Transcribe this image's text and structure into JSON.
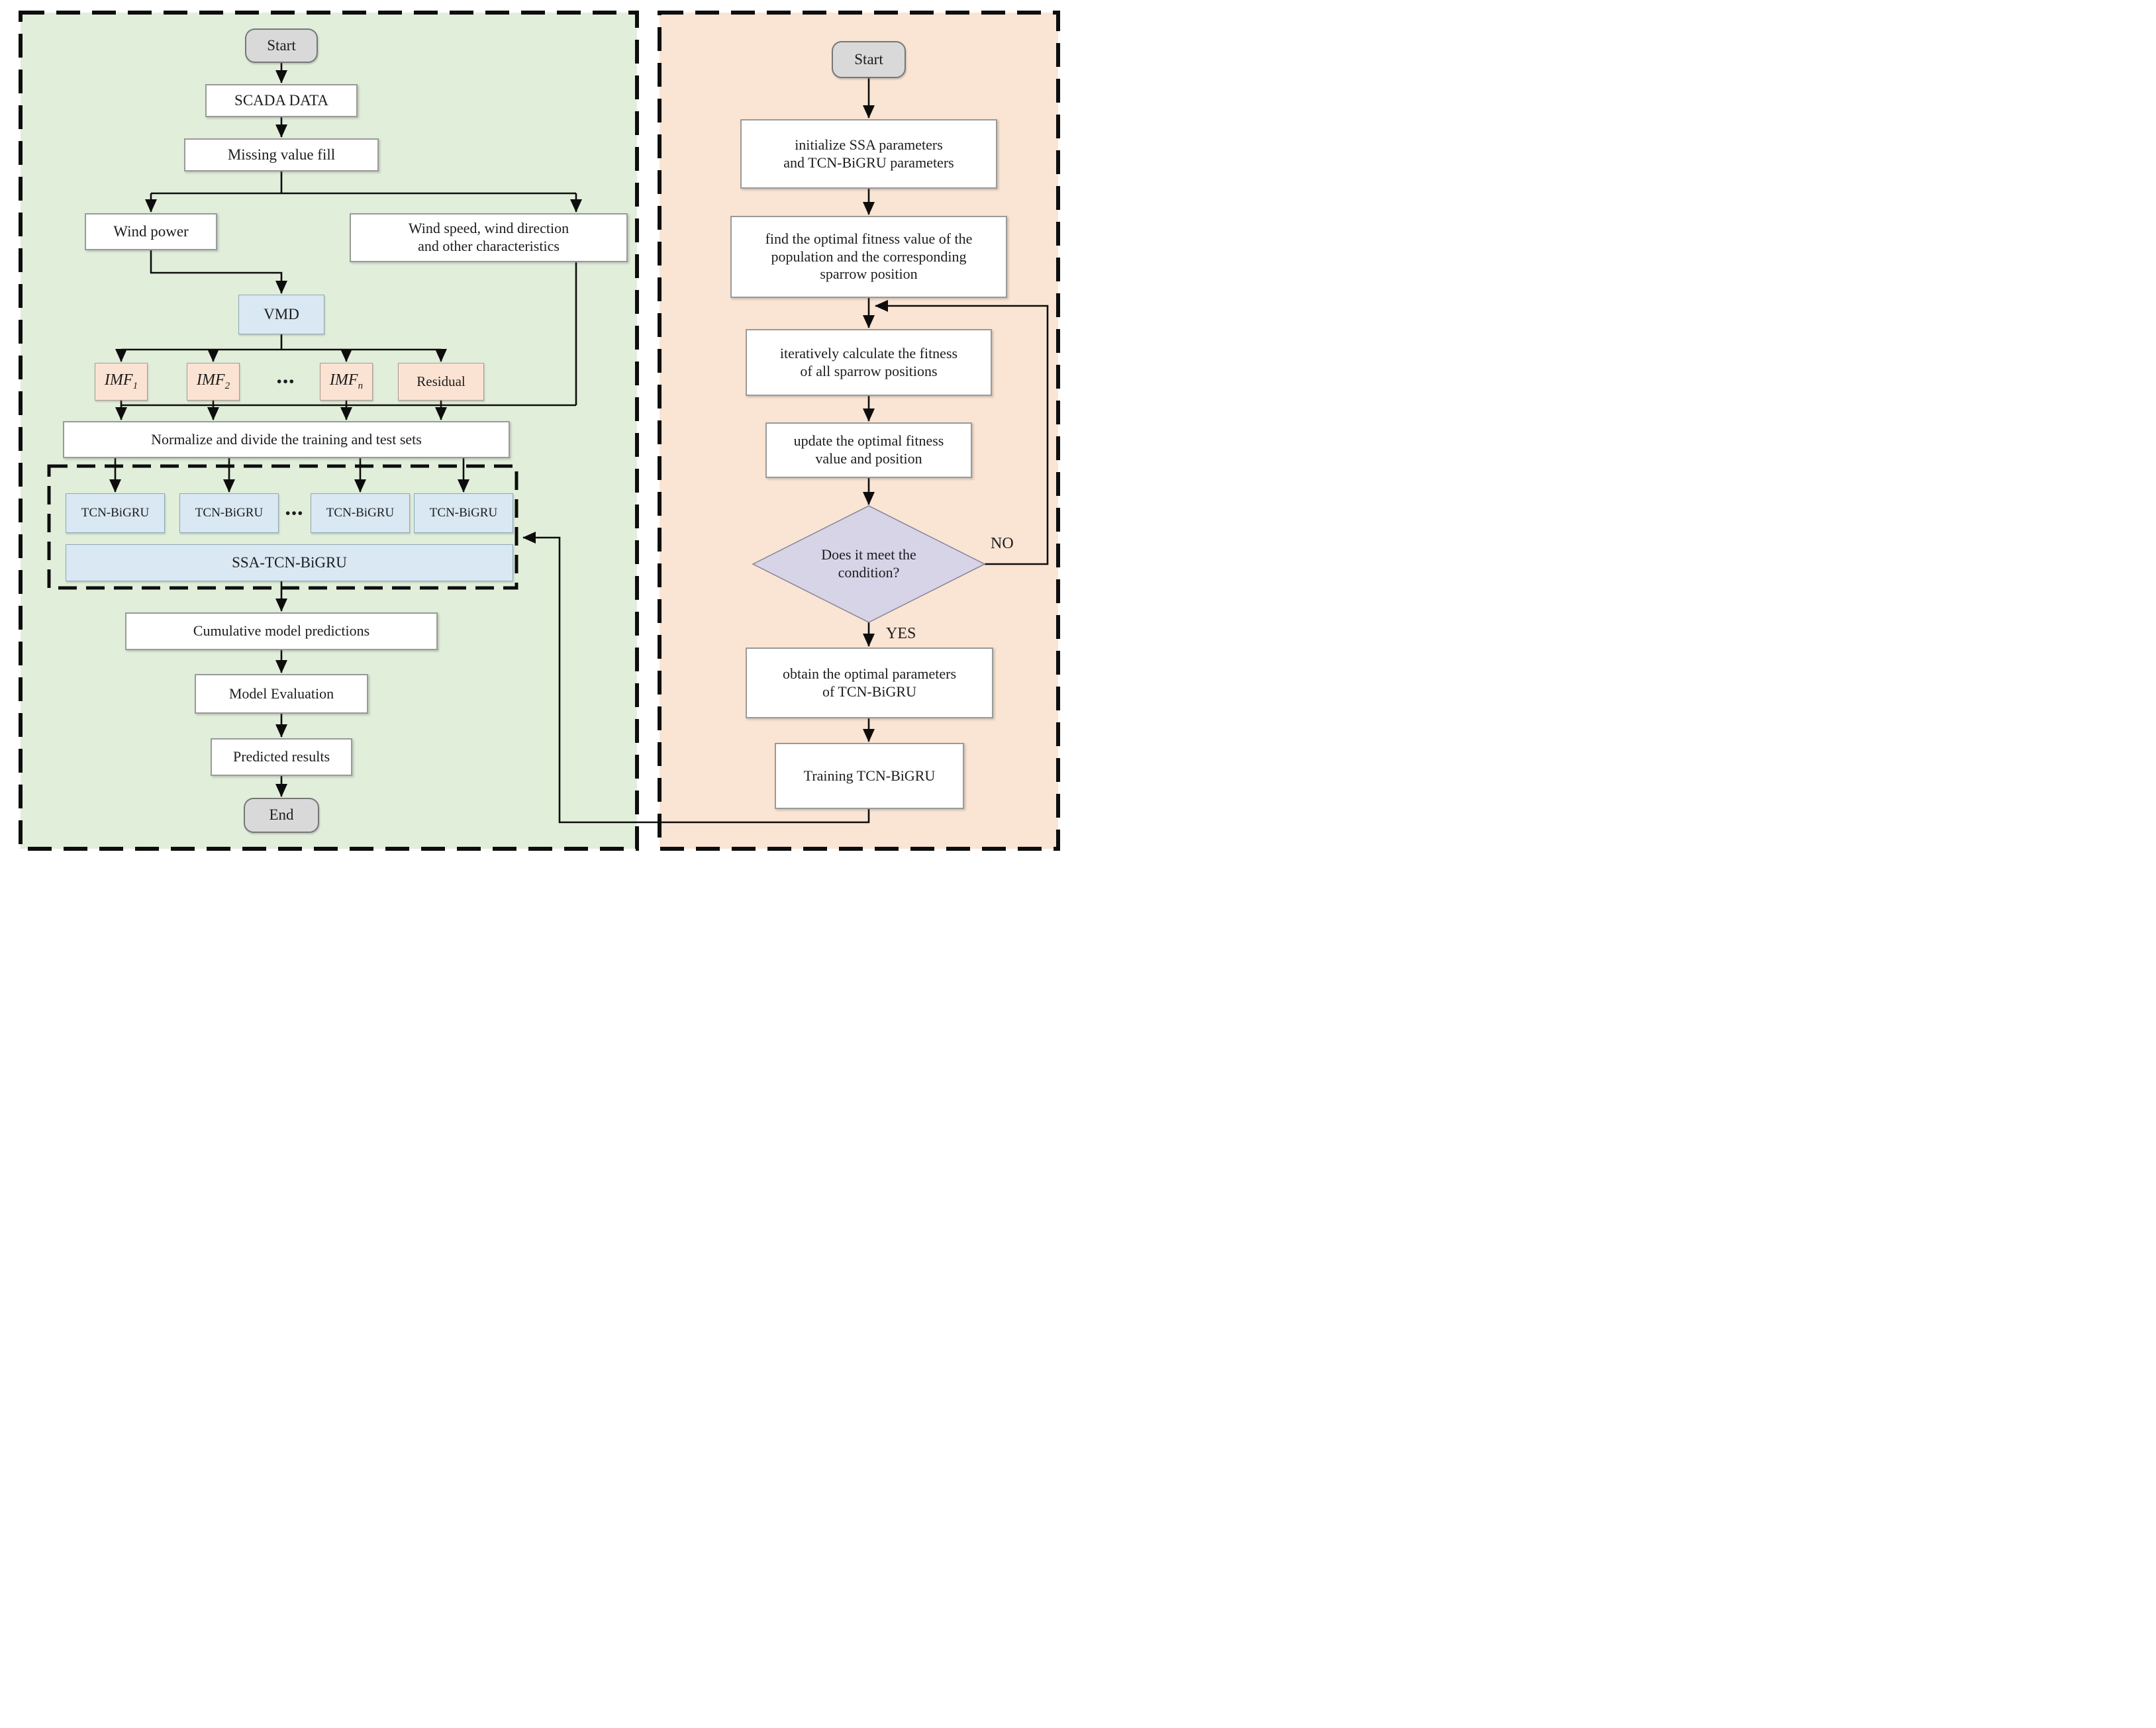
{
  "colors": {
    "left_panel_bg": "#e1eeda",
    "right_panel_bg": "#fae4d3",
    "process_box_bg": "#ffffff",
    "model_box_bg": "#d9e8f2",
    "imf_box_bg": "#fbe3d3",
    "decision_bg": "#d7d4e8",
    "terminal_bg": "#d9d9d9",
    "line_color": "#0d0d0d"
  },
  "left": {
    "start": "Start",
    "scada": "SCADA DATA",
    "missing": "Missing value fill",
    "wind_power": "Wind power",
    "wind_speed_l1": "Wind speed, wind direction",
    "wind_speed_l2": "and other characteristics",
    "vmd": "VMD",
    "imf1": {
      "base": "IMF",
      "sub": "1"
    },
    "imf2": {
      "base": "IMF",
      "sub": "2"
    },
    "imfn": {
      "base": "IMF",
      "sub": "n"
    },
    "dots": "•••",
    "residual": "Residual",
    "normalize": "Normalize and divide the training and test sets",
    "tcn": "TCN-BiGRU",
    "ssa": "SSA-TCN-BiGRU",
    "cumulative": "Cumulative model predictions",
    "model_eval": "Model Evaluation",
    "predicted": "Predicted results",
    "end": "End"
  },
  "right": {
    "start": "Start",
    "init_l1": "initialize SSA parameters",
    "init_l2": "and TCN-BiGRU parameters",
    "find_l1": "find the optimal fitness value of the",
    "find_l2": "population and the corresponding",
    "find_l3": "sparrow position",
    "iter_l1": "iteratively calculate the fitness",
    "iter_l2": "of all sparrow positions",
    "update_l1": "update the optimal fitness",
    "update_l2": "value and position",
    "decision_l1": "Does it meet the",
    "decision_l2": "condition?",
    "no": "NO",
    "yes": "YES",
    "obtain_l1": "obtain the optimal parameters",
    "obtain_l2": "of TCN-BiGRU",
    "training": "Training TCN-BiGRU"
  }
}
